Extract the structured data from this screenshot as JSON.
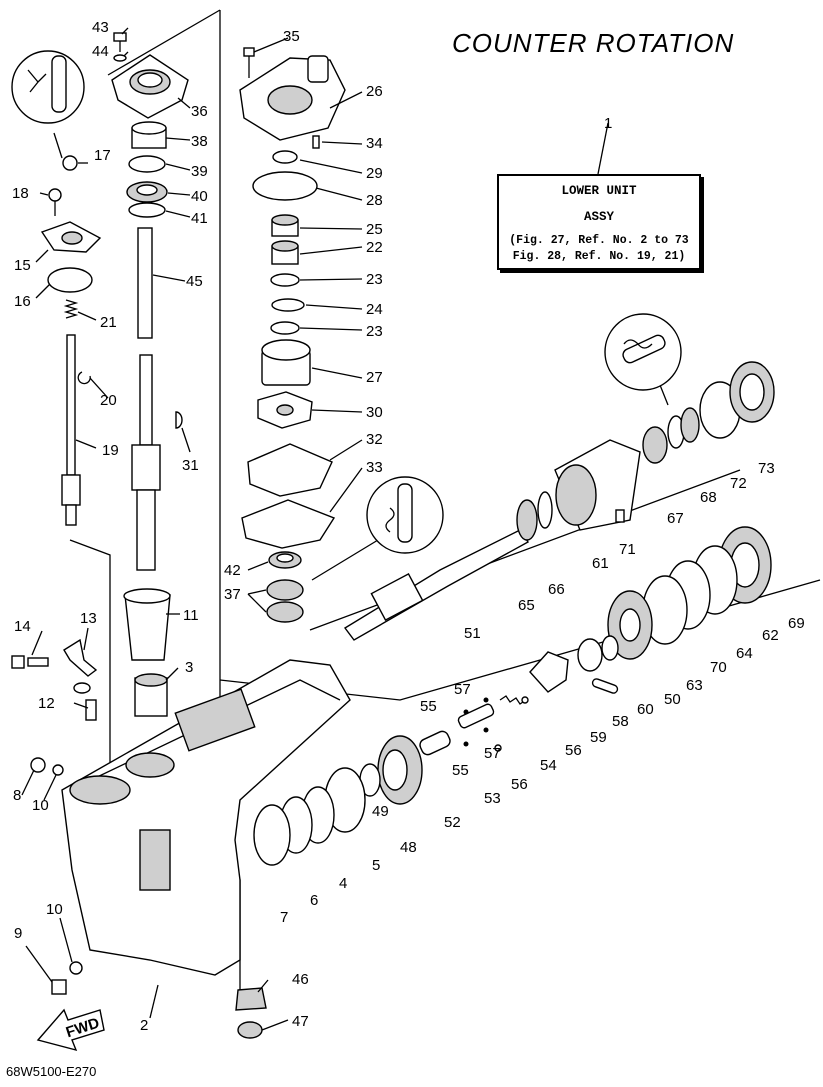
{
  "title": "COUNTER ROTATION",
  "assy_box": {
    "ref": "1",
    "line1": "LOWER UNIT",
    "line2": "ASSY",
    "line3": "(Fig. 27, Ref. No. 2 to 73",
    "line4": "Fig. 28, Ref. No. 19, 21)"
  },
  "footer_code": "68W5100-E270",
  "fwd_label": "FWD",
  "callouts": [
    "1",
    "2",
    "3",
    "4",
    "5",
    "6",
    "7",
    "8",
    "9",
    "10",
    "10",
    "11",
    "12",
    "13",
    "14",
    "15",
    "16",
    "17",
    "18",
    "19",
    "20",
    "21",
    "22",
    "23",
    "23",
    "24",
    "25",
    "26",
    "27",
    "28",
    "29",
    "30",
    "31",
    "32",
    "33",
    "34",
    "35",
    "36",
    "37",
    "38",
    "39",
    "40",
    "41",
    "42",
    "43",
    "44",
    "45",
    "46",
    "47",
    "48",
    "49",
    "50",
    "51",
    "52",
    "53",
    "54",
    "55",
    "55",
    "56",
    "56",
    "57",
    "57",
    "58",
    "59",
    "60",
    "61",
    "62",
    "63",
    "64",
    "65",
    "66",
    "67",
    "68",
    "69",
    "70",
    "71",
    "72",
    "73"
  ]
}
